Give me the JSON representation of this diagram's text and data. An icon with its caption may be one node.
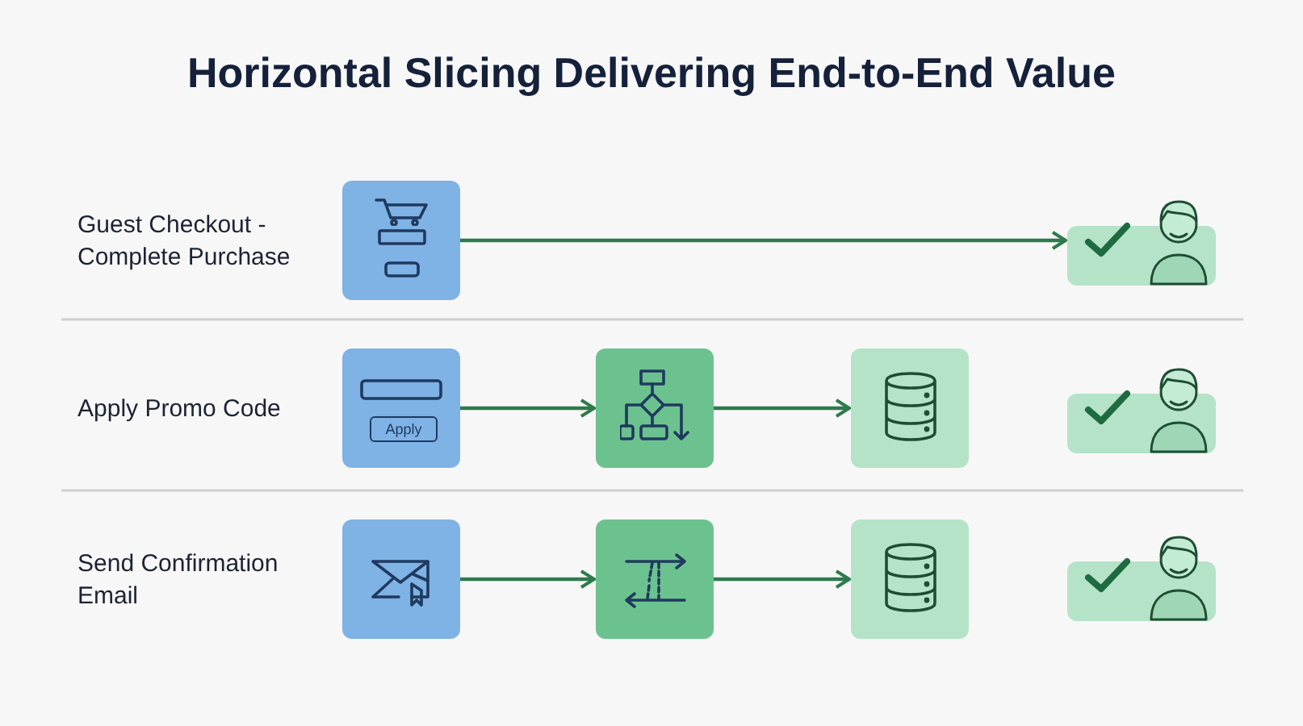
{
  "diagram": {
    "title": "Horizontal Slicing Delivering End-to-End Value",
    "nodes": [
      {
        "text": [],
        "shape": "box"
      },
      {
        "text": [],
        "shape": "box"
      },
      {
        "text": [
          "Apply"
        ]
      },
      {
        "text": [],
        "shape": "box"
      },
      {
        "text": [],
        "shape": "box"
      },
      {
        "text": [],
        "shape": "box"
      },
      {
        "text": [],
        "shape": "box"
      },
      {
        "text": [],
        "shape": "box"
      },
      {
        "text": [],
        "shape": "box"
      },
      {
        "text": [],
        "shape": "box"
      }
    ],
    "edges": [
      {
        "from": 0,
        "to": 1,
        "arrow": "to"
      },
      {
        "from": 2,
        "to": 3,
        "arrow": "to"
      },
      {
        "from": 3,
        "to": 4,
        "arrow": "to"
      },
      {
        "from": 6,
        "to": 7,
        "arrow": "to"
      },
      {
        "from": 7,
        "to": 8,
        "arrow": "to"
      }
    ],
    "labels": [
      "Guest Checkout - Complete Purchase",
      "Apply Promo Code",
      "Send Confirmation Email"
    ]
  }
}
